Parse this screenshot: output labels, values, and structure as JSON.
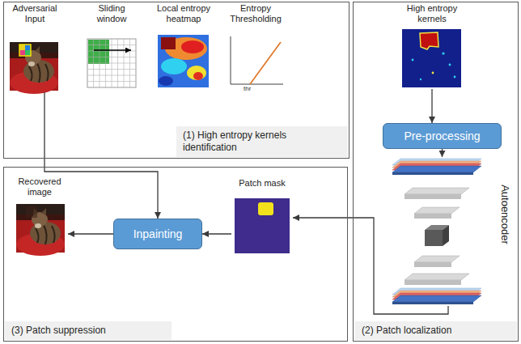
{
  "diagram": {
    "nodes": [
      {
        "text": [
          "(1) High entropy kernels identification"
        ]
      },
      {
        "text": [
          "Adversarial Input"
        ],
        "in": 0
      },
      {
        "text": [
          "Sliding window"
        ],
        "in": 0
      },
      {
        "text": [
          "Local entropy heatmap"
        ],
        "in": 0
      },
      {
        "text": [
          "Entropy Thresholding"
        ],
        "in": 0
      },
      {
        "text": [
          "(2) Patch localization"
        ]
      },
      {
        "text": [
          "High entropy kernels"
        ],
        "in": 5
      },
      {
        "text": [
          "Pre-processing"
        ],
        "in": 5
      },
      {
        "text": [
          "Autoencoder"
        ],
        "in": 5
      },
      {
        "text": [
          "(3) Patch suppression"
        ]
      },
      {
        "text": [
          "Recovered image"
        ],
        "in": 9
      },
      {
        "text": [
          "Inpainting"
        ],
        "in": 9
      },
      {
        "text": [
          "Patch mask"
        ],
        "in": 9
      }
    ],
    "edges": [
      {
        "from": 1,
        "to": 11,
        "arrow": "to"
      },
      {
        "from": 6,
        "to": 7,
        "arrow": "to"
      },
      {
        "from": 7,
        "to": 8,
        "arrow": "to"
      },
      {
        "from": 8,
        "to": 12,
        "arrow": "to"
      },
      {
        "from": 12,
        "to": 11,
        "arrow": "to"
      },
      {
        "from": 11,
        "to": 10,
        "arrow": "to"
      }
    ],
    "labels": [
      "thr"
    ]
  }
}
